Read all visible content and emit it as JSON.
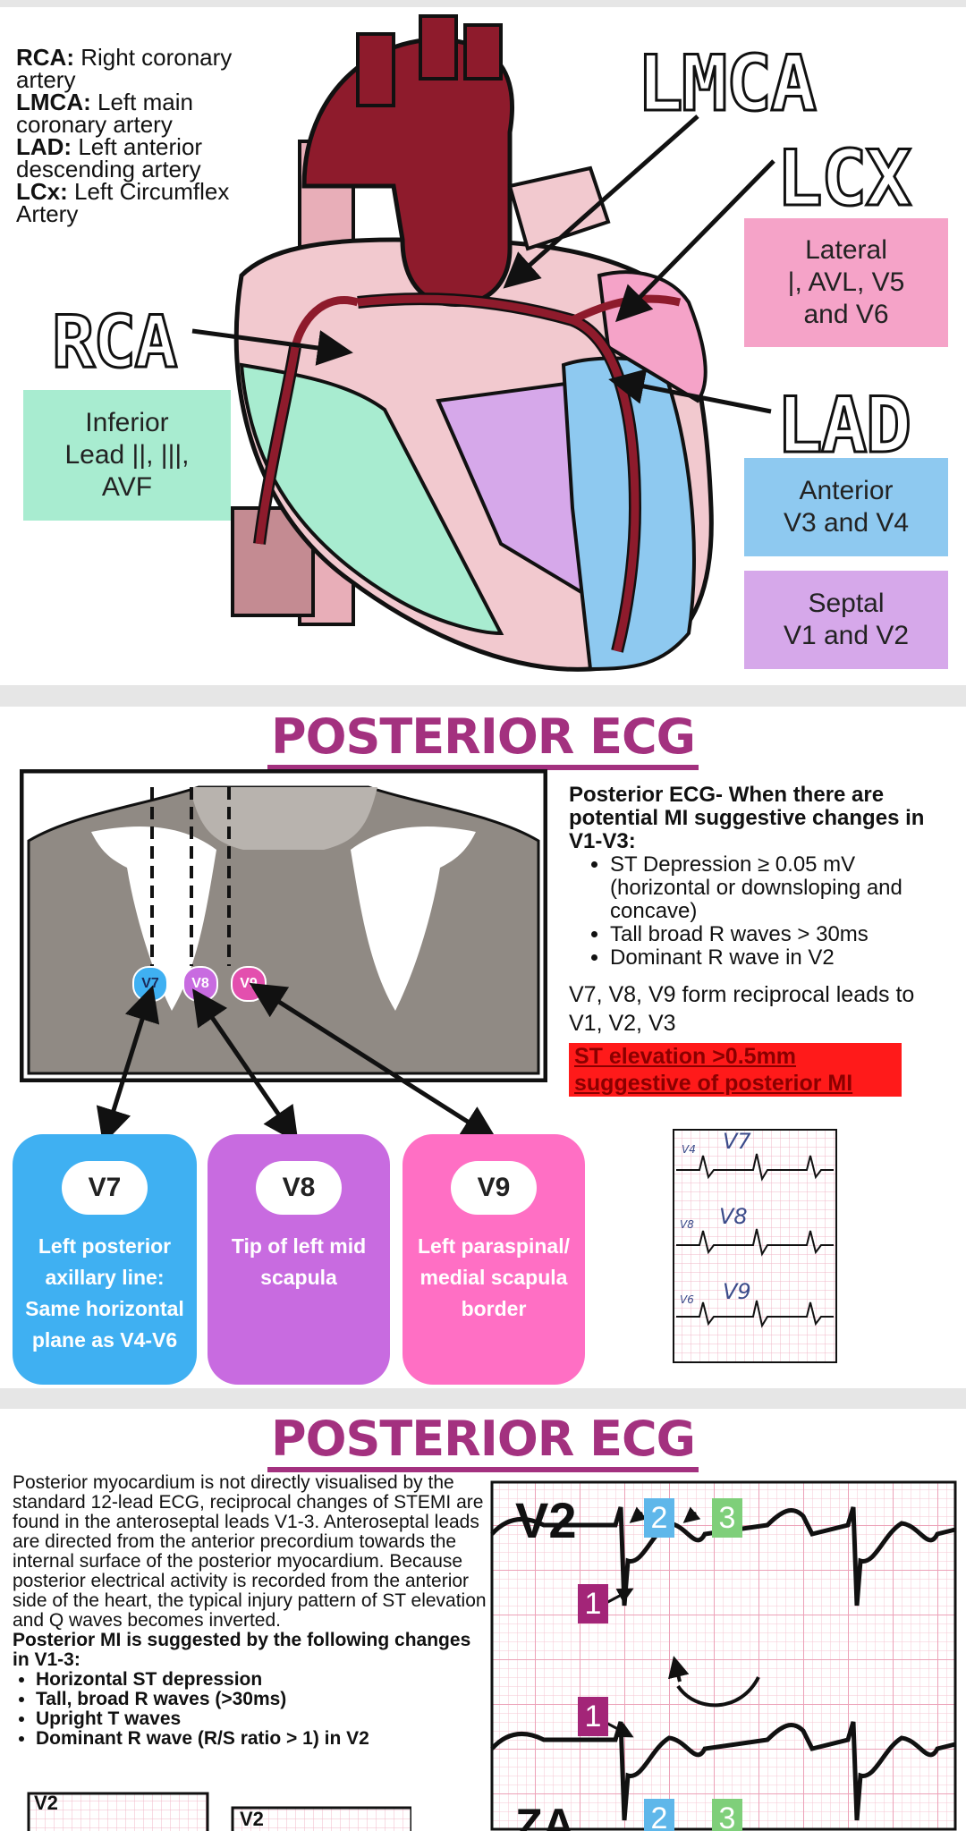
{
  "panel1": {
    "legend": [
      {
        "abbr": "RCA:",
        "text": " Right coronary artery"
      },
      {
        "abbr": "LMCA:",
        "text": " Left main coronary artery"
      },
      {
        "abbr": "LAD:",
        "text": " Left anterior descending artery"
      },
      {
        "abbr": "LCx:",
        "text": " Left Circumflex Artery"
      }
    ],
    "labels": {
      "rca": "RCA",
      "lmca": "LMCA",
      "lcx": "LCX",
      "lad": "LAD"
    },
    "zones": {
      "inferior": {
        "line1": "Inferior",
        "line2": "Lead ||, |||,",
        "line3": "AVF",
        "color": "#a8ecd0"
      },
      "lateral": {
        "line1": "Lateral",
        "line2": "|, AVL, V5",
        "line3": "and V6",
        "color": "#f5a3c8"
      },
      "anterior": {
        "line1": "Anterior",
        "line2": "V3 and V4",
        "color": "#8ec9f0"
      },
      "septal": {
        "line1": "Septal",
        "line2": "V1 and V2",
        "color": "#d6a8ea"
      }
    }
  },
  "panel2": {
    "title": "POSTERIOR ECG",
    "intro": "Posterior ECG- When there are potential MI suggestive changes in V1-V3:",
    "bullets": [
      "ST Depression ≥ 0.05 mV (horizontal or downsloping and concave)",
      "Tall broad R waves > 30ms",
      "Dominant R wave in V2"
    ],
    "reciprocal": "V7, V8, V9 form reciprocal leads to V1, V2, V3",
    "highlight": "ST elevation >0.5mm suggestive of posterior MI",
    "electrodes": [
      "V7",
      "V8",
      "V9"
    ],
    "cards": [
      {
        "lead": "V7",
        "desc": "Left posterior axillary line: Same horizontal plane as V4-V6",
        "color": "#3fb0f2"
      },
      {
        "lead": "V8",
        "desc": "Tip of left mid scapula",
        "color": "#c86be0"
      },
      {
        "lead": "V9",
        "desc": "Left paraspinal/ medial scapula border",
        "color": "#ff6fc4"
      }
    ],
    "ecg_labels": [
      "V7",
      "V8",
      "V9"
    ],
    "ecg_small": [
      "V4",
      "V8",
      "V6"
    ]
  },
  "panel3": {
    "title": "POSTERIOR ECG",
    "paragraph": "Posterior myocardium is not directly visualised by the standard 12-lead ECG, reciprocal changes of STEMI are found in the anteroseptal leads V1-3. Anteroseptal leads are directed from the anterior precordium towards the internal surface of the posterior myocardium. Because posterior electrical activity is recorded from the anterior side of the heart, the typical injury pattern of ST elevation and Q waves becomes inverted.",
    "bold_heading": "Posterior MI is suggested by the following changes in V1-3:",
    "bullets": [
      "Horizontal ST depression",
      "Tall, broad R waves (>30ms)",
      "Upright T waves",
      "Dominant R wave (R/S ratio > 1) in V2"
    ],
    "strip_labels": [
      "V2",
      "V2"
    ],
    "big_ecg_label": "V2",
    "big_ecg_label2": "ZA",
    "markers": [
      "2",
      "3",
      "1",
      "1",
      "2",
      "3"
    ]
  }
}
